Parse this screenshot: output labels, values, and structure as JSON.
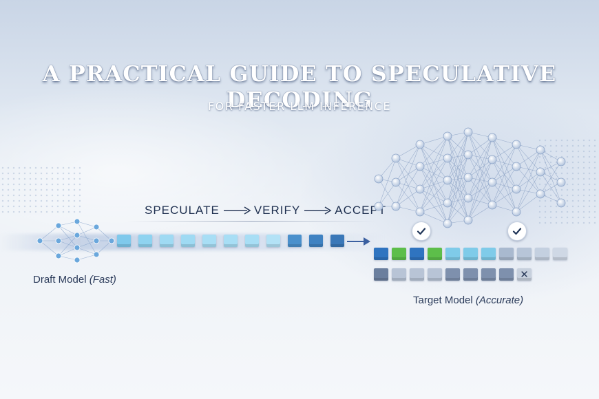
{
  "header": {
    "title": "A PRACTICAL GUIDE TO SPECULATIVE DECODING",
    "subtitle": "FOR FASTER LLM INFERENCE"
  },
  "pipeline": {
    "steps": [
      "SPECULATE",
      "VERIFY",
      "ACCEPT"
    ]
  },
  "draft_model": {
    "name": "Draft Model",
    "qualifier": "(Fast)"
  },
  "target_model": {
    "name": "Target Model",
    "qualifier": "(Accurate)"
  },
  "draft_tokens": [
    "#7fc9ec",
    "#8fd3f0",
    "#9fdaf3",
    "#9fdaf3",
    "#a8def5",
    "#a8def5",
    "#a8def5",
    "#b3e2f6",
    "#4a90cc",
    "#3f82c2",
    "#3a78b8"
  ],
  "verified_tokens": [
    "#2f74c0",
    "#5dbe4a",
    "#2f74c0",
    "#5dbe4a",
    "#7fcbe9",
    "#7fcbe9",
    "#7fcbe9",
    "#a9b9cf",
    "#b7c5d8",
    "#c4d0e0",
    "#cfd8e5"
  ],
  "rejected_tokens": [
    "#6b7f9e",
    "#b8c4d6",
    "#b8c4d6",
    "#b8c4d6",
    "#7e90ad",
    "#7e90ad",
    "#7e90ad",
    "#7e90ad",
    "#7e90ad",
    "#c7d0dd"
  ],
  "rejected_mark": "✕",
  "colors": {
    "accent": "#2f74c0",
    "accept": "#5dbe4a",
    "text": "#1e2f4f"
  }
}
